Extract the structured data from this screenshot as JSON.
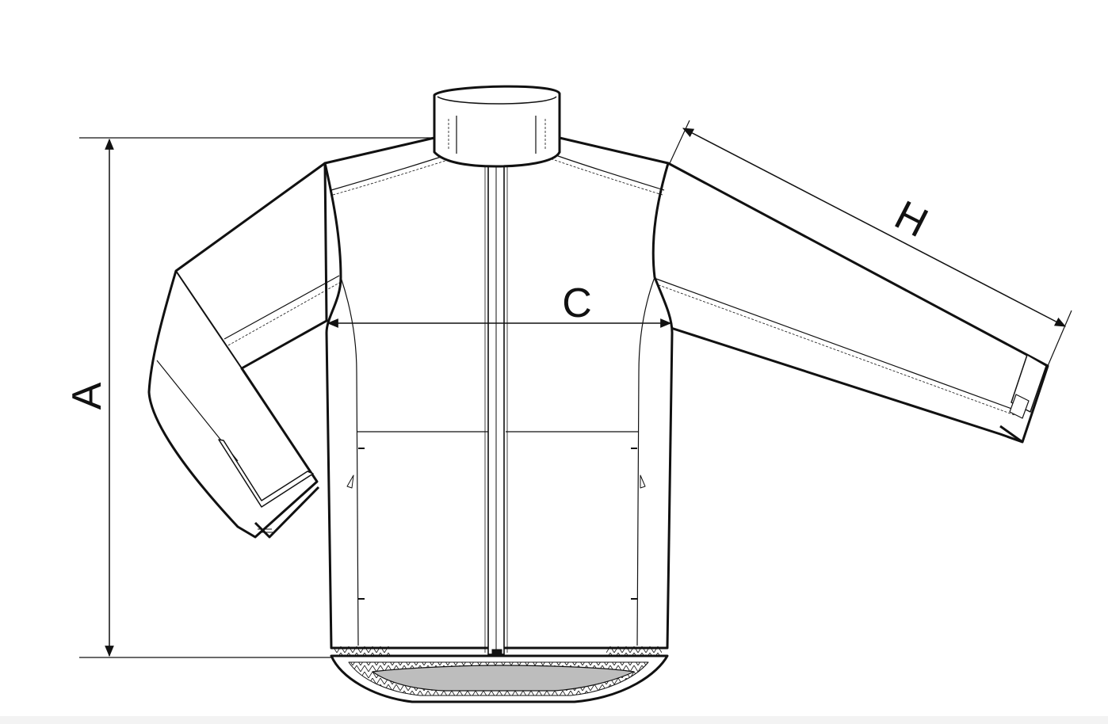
{
  "labels": {
    "length": "A",
    "chest_width": "C",
    "sleeve_length": "H"
  },
  "colors": {
    "outline": "#111111",
    "hem_lining": "#bdbdbd",
    "background": "#ffffff"
  }
}
